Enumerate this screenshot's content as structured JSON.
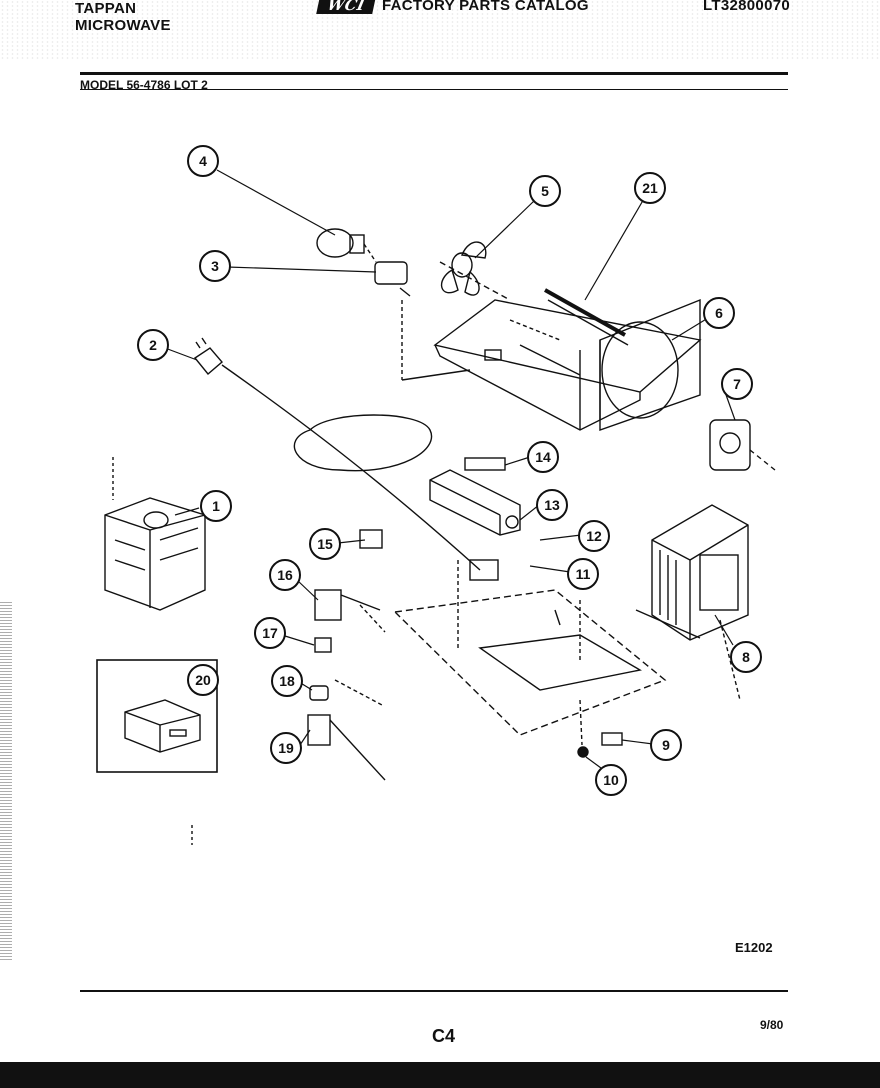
{
  "header": {
    "brand_line1": "TAPPAN",
    "brand_line2": "MICROWAVE",
    "logo_text": "WCI",
    "catalog_title": "FACTORY PARTS CATALOG",
    "catalog_number": "LT32800070",
    "model_line": "MODEL 56-4786 LOT 2"
  },
  "diagram": {
    "callouts": [
      "1",
      "2",
      "3",
      "4",
      "5",
      "6",
      "7",
      "8",
      "9",
      "10",
      "11",
      "12",
      "13",
      "14",
      "15",
      "16",
      "17",
      "18",
      "19",
      "20",
      "21"
    ],
    "drawing_code": "E1202"
  },
  "footer": {
    "page": "C4",
    "date": "9/80"
  }
}
